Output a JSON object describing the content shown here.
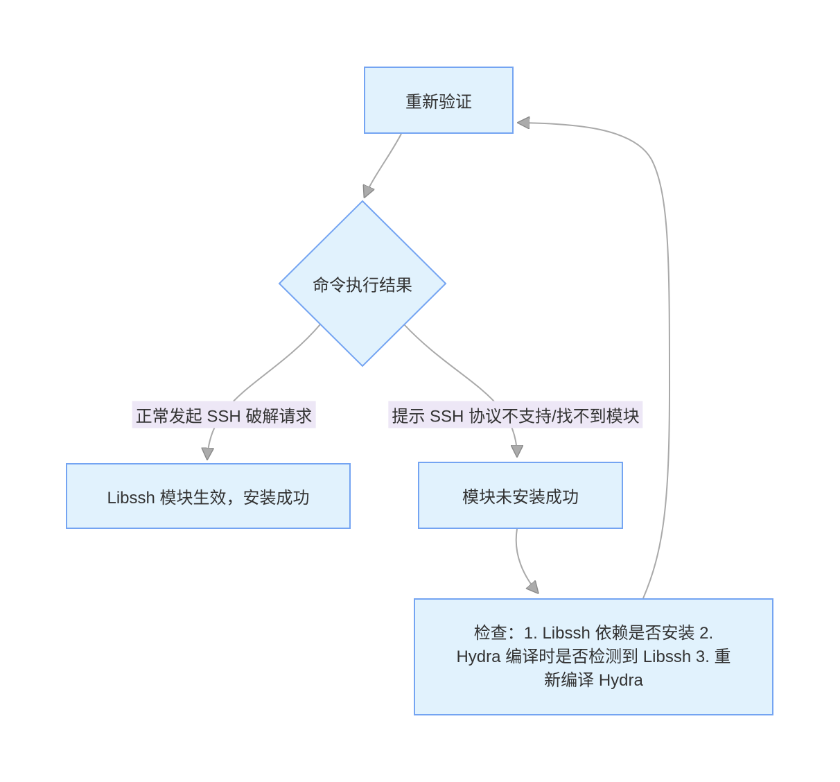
{
  "diagram": {
    "type": "flowchart",
    "background": "#ffffff",
    "colors": {
      "node_fill": "#e1f2fd",
      "node_border": "#74a4f2",
      "edge_line": "#a9a9a9",
      "arrowhead": "#ababab",
      "arrowhead_outline": "#8a8a8a",
      "edge_label_bg": "#ede7f6",
      "text": "#333333"
    },
    "nodes": [
      {
        "id": "reverify",
        "type": "rect",
        "label": "重新验证"
      },
      {
        "id": "cmd-result",
        "type": "diamond",
        "label": "命令执行结果"
      },
      {
        "id": "libssh-ok",
        "type": "rect",
        "label": "Libssh 模块生效，安装成功"
      },
      {
        "id": "module-fail",
        "type": "rect",
        "label": "模块未安装成功"
      },
      {
        "id": "check-steps",
        "type": "rect",
        "label": "检查：1. Libssh 依赖是否安装 2. Hydra 编译时是否检测到 Libssh 3. 重新编译 Hydra",
        "lines": [
          "检查：1. Libssh 依赖是否安装 2.",
          "Hydra 编译时是否检测到 Libssh 3. 重",
          "新编译 Hydra"
        ]
      }
    ],
    "edges": [
      {
        "from": "reverify",
        "to": "cmd-result",
        "label": ""
      },
      {
        "from": "cmd-result",
        "to": "libssh-ok",
        "label": "正常发起 SSH 破解请求"
      },
      {
        "from": "cmd-result",
        "to": "module-fail",
        "label": "提示 SSH 协议不支持/找不到模块"
      },
      {
        "from": "module-fail",
        "to": "check-steps",
        "label": ""
      },
      {
        "from": "check-steps",
        "to": "reverify",
        "label": ""
      }
    ]
  }
}
